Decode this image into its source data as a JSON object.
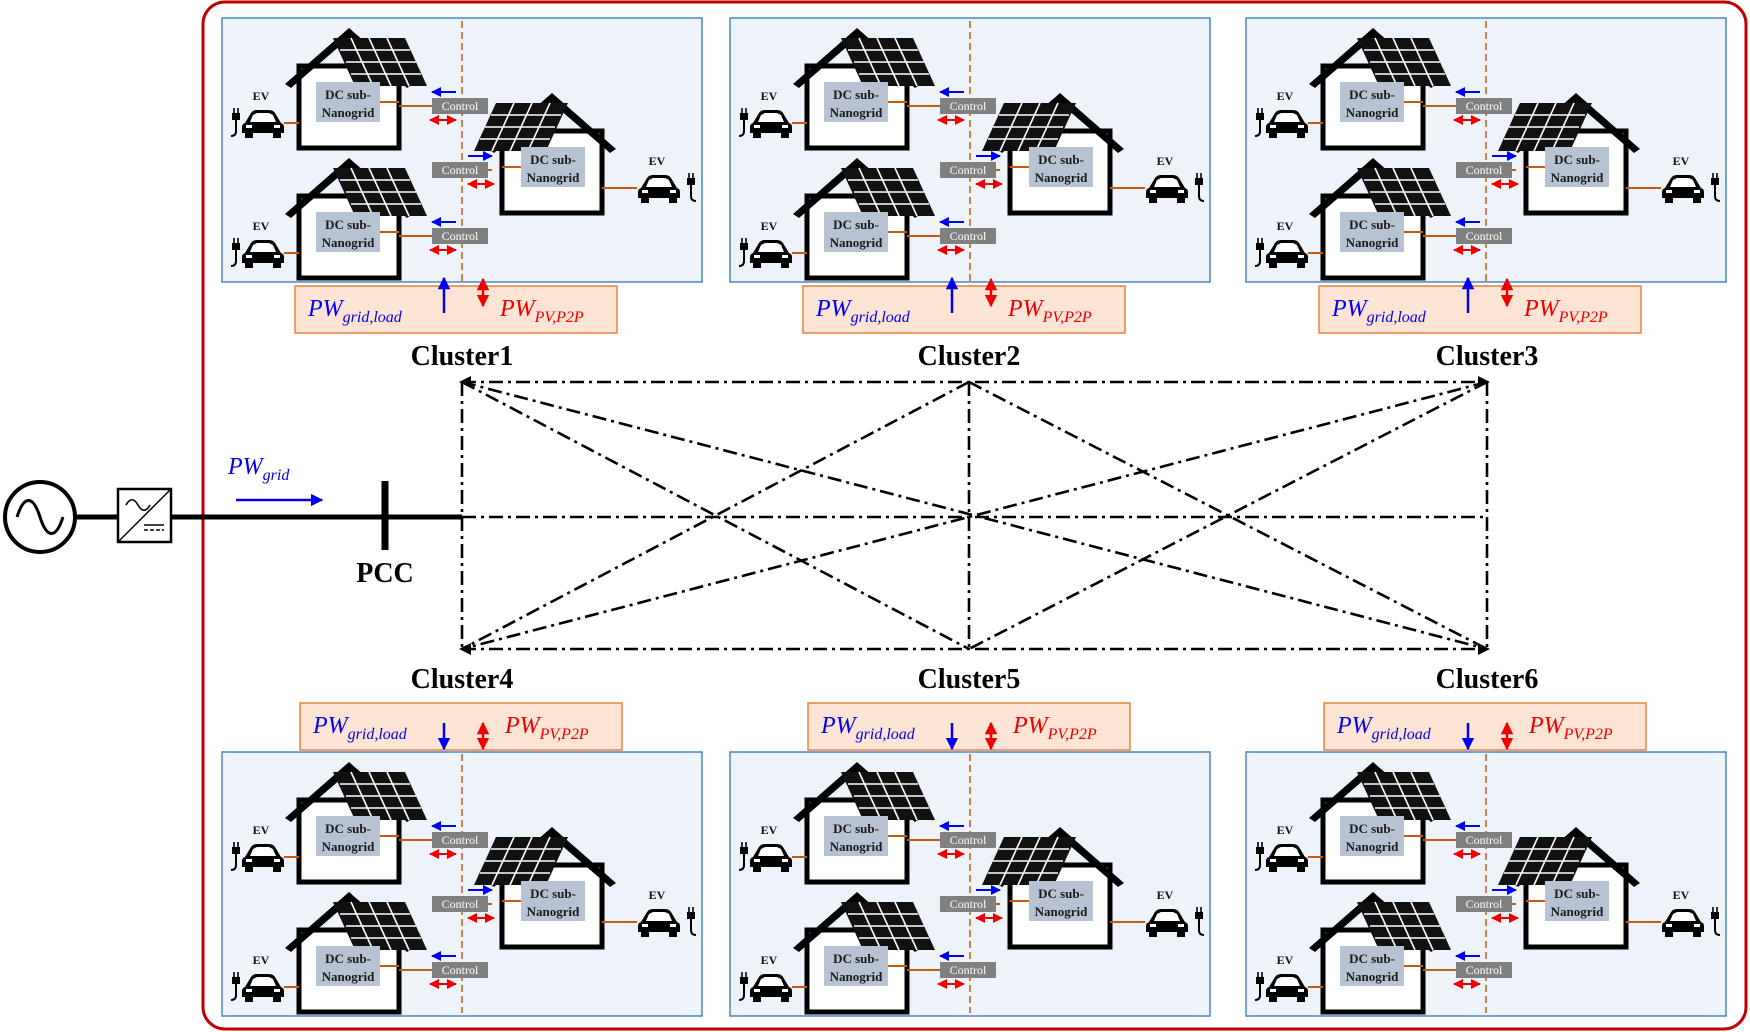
{
  "source": {
    "label_main": "PW",
    "label_sub": "grid",
    "color": "#0000ee"
  },
  "pcc": {
    "label": "PCC"
  },
  "house": {
    "dc_line1": "DC sub-",
    "dc_line2": "Nanogrid",
    "ev_label": "EV",
    "control_label": "Control"
  },
  "flows": {
    "grid_load": {
      "main": "PW",
      "sub": "grid,load",
      "color": "#0000ee"
    },
    "pv_p2p": {
      "main": "PW",
      "sub": "PV,P2P",
      "color": "#ee0000"
    }
  },
  "colors": {
    "outer_border": "#c00000",
    "cluster_fill": "#eef3f9",
    "cluster_border": "#4a86c5",
    "box_fill": "#fde4d4",
    "box_border": "#e8823c",
    "dc_fill": "#b7c2d3",
    "control_fill": "#808080",
    "orange_line": "#c55a11",
    "blue_arrow": "#0000ee",
    "red_arrow": "#ee0000"
  },
  "clusters": [
    {
      "id": 1,
      "name": "Cluster1"
    },
    {
      "id": 2,
      "name": "Cluster2"
    },
    {
      "id": 3,
      "name": "Cluster3"
    },
    {
      "id": 4,
      "name": "Cluster4"
    },
    {
      "id": 5,
      "name": "Cluster5"
    },
    {
      "id": 6,
      "name": "Cluster6"
    }
  ]
}
